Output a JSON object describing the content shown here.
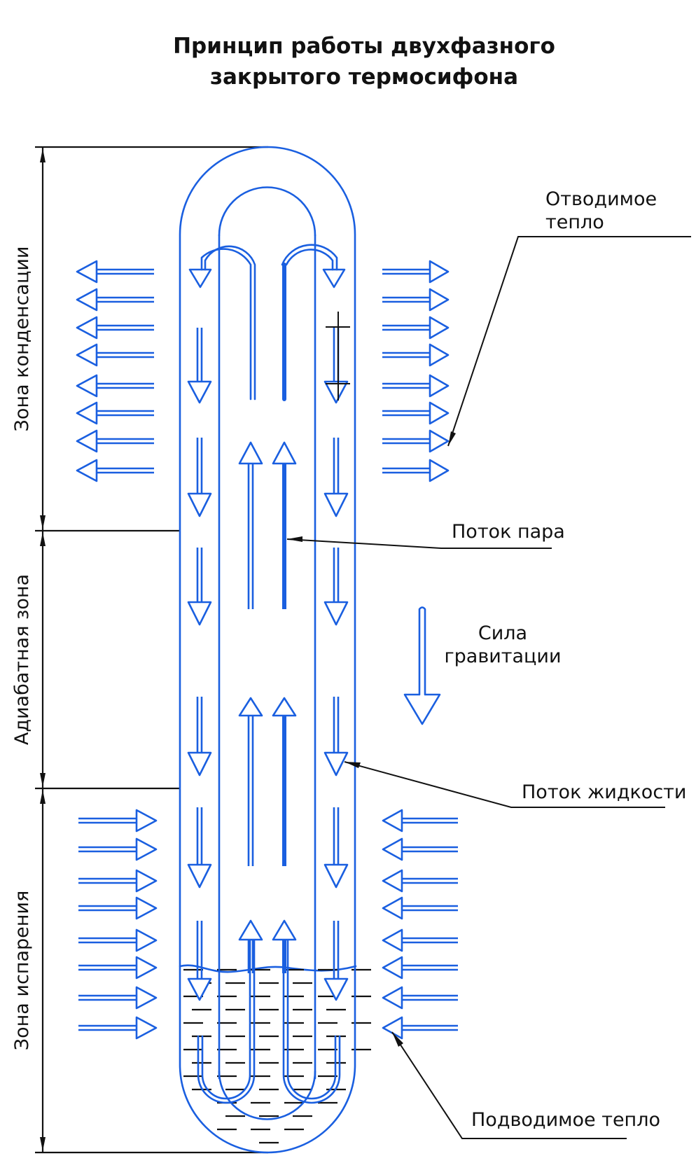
{
  "title": {
    "line1": "Принцип работы двухфазного",
    "line2": "закрытого термосифона"
  },
  "zones": [
    {
      "id": "condensation",
      "label": "Зона конденсации"
    },
    {
      "id": "adiabatic",
      "label": "Адиабатная зона"
    },
    {
      "id": "evaporation",
      "label": "Зона испарения"
    }
  ],
  "callouts": {
    "heat_out": {
      "line1": "Отводимое",
      "line2": "тепло"
    },
    "vapor_flow": "Поток пара",
    "gravity": {
      "line1": "Сила",
      "line2": "гравитации"
    },
    "liquid_flow": "Поток жидкости",
    "heat_in": "Подводимое тепло"
  },
  "colors": {
    "flow_blue": "#1a5fe0",
    "ink": "#111111"
  },
  "arrows": {
    "heat_out_left_count": 8,
    "heat_out_right_count": 8,
    "heat_in_left_count": 8,
    "heat_in_right_count": 8
  }
}
